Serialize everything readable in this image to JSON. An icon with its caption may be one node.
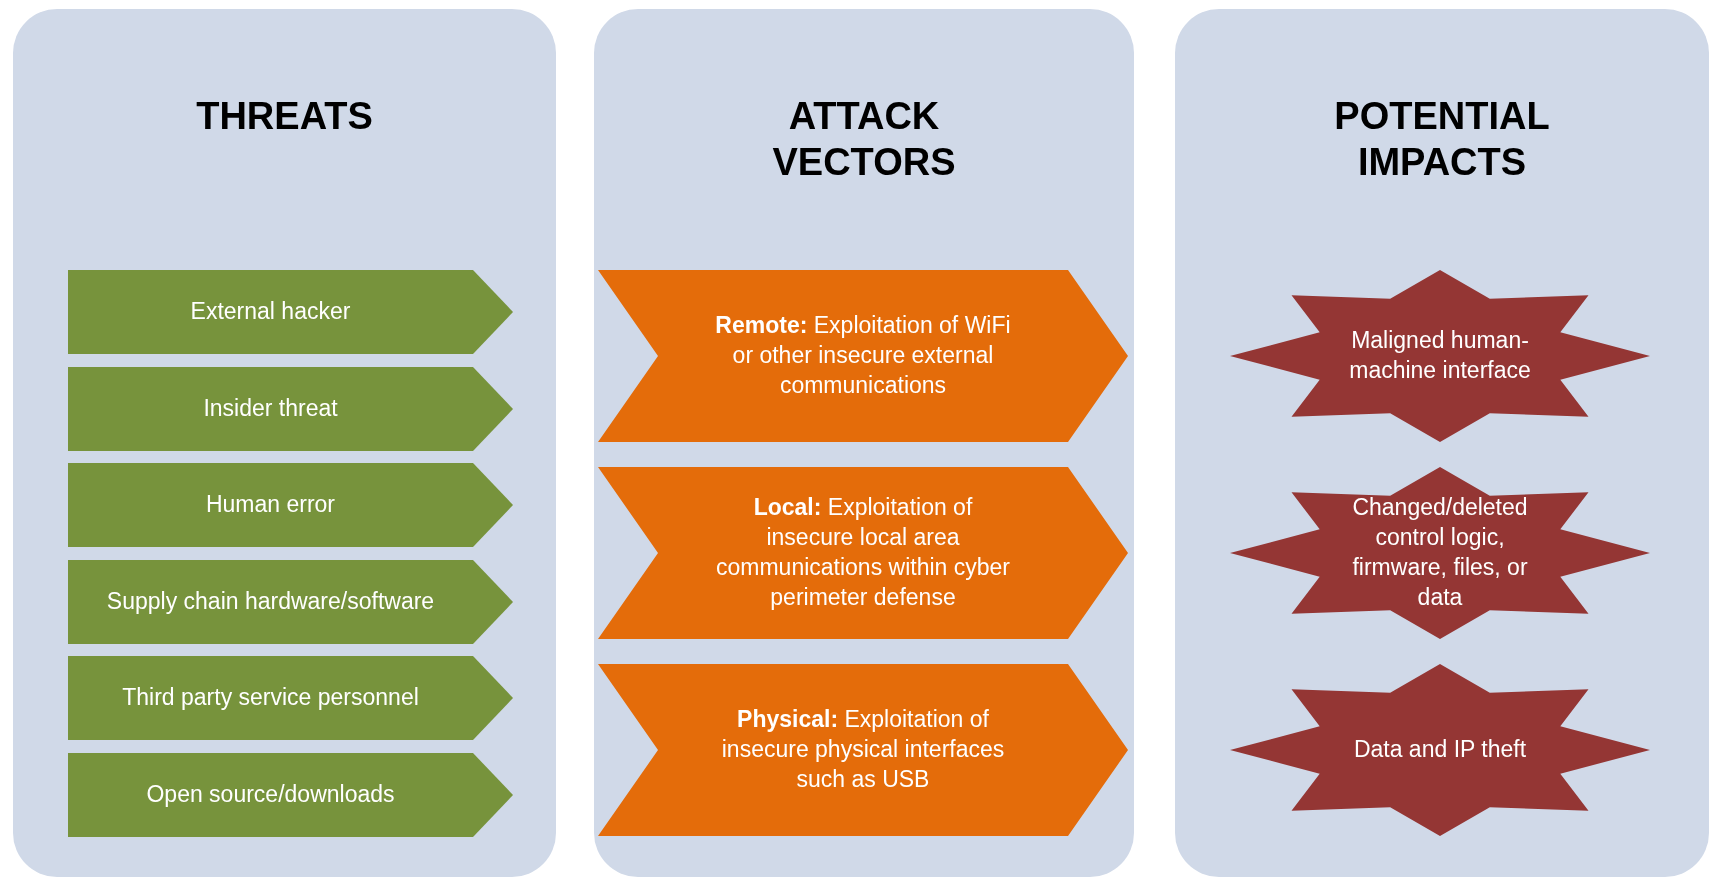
{
  "diagram": {
    "nodes": [
      {
        "text": [
          "THREATS"
        ]
      },
      {
        "text": [
          "External hacker"
        ],
        "in": 0
      },
      {
        "text": [
          "Insider threat"
        ],
        "in": 0
      },
      {
        "text": [
          "Human error"
        ],
        "in": 0
      },
      {
        "text": [
          "Supply chain hardware/software"
        ],
        "in": 0
      },
      {
        "text": [
          "Third party service personnel"
        ],
        "in": 0
      },
      {
        "text": [
          "Open source/downloads"
        ],
        "in": 0
      },
      {
        "text": [
          "ATTACK VECTORS"
        ]
      },
      {
        "text": [
          "**Remote:** Exploitation of WiFi or other insecure external communications"
        ],
        "in": 7
      },
      {
        "text": [
          "**Local:** Exploitation of insecure local area communications within cyber perimeter defense"
        ],
        "in": 7
      },
      {
        "text": [
          "**Physical:** Exploitation of insecure physical interfaces such as USB"
        ],
        "in": 7
      },
      {
        "text": [
          "POTENTIAL IMPACTS"
        ]
      },
      {
        "text": [
          "Maligned human-machine interface"
        ],
        "in": 11
      },
      {
        "text": [
          "Changed/deleted control logic, firmware, files, or data"
        ],
        "in": 11
      },
      {
        "text": [
          "Data and IP theft"
        ],
        "in": 11
      }
    ]
  }
}
